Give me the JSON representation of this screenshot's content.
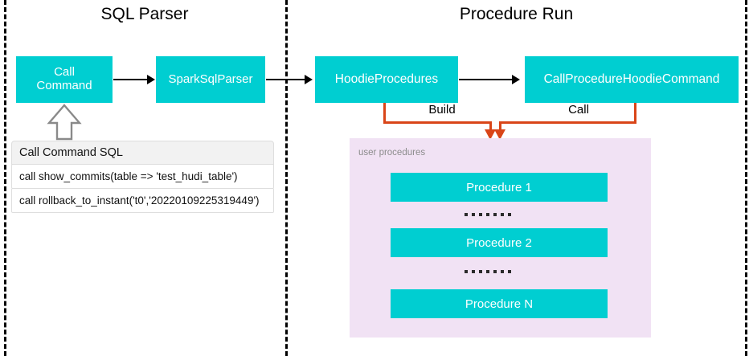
{
  "sections": [
    {
      "title": "SQL Parser"
    },
    {
      "title": "Procedure Run"
    }
  ],
  "parser_flow": {
    "boxes": [
      {
        "label": "Call\nCommand"
      },
      {
        "label": "SparkSqlParser"
      }
    ]
  },
  "procedure_flow": {
    "boxes": [
      {
        "label": "HoodieProcedures"
      },
      {
        "label": "CallProcedureHoodieCommand"
      }
    ]
  },
  "connectors": {
    "build_label": "Build",
    "call_label": "Call",
    "color": "#D94518"
  },
  "sql_table": {
    "header": "Call Command SQL",
    "rows": [
      "call show_commits(table => 'test_hudi_table')",
      "call rollback_to_instant('t0','20220109225319449')"
    ]
  },
  "procedures_panel": {
    "label": "user procedures",
    "background": "#F1E2F4",
    "items": [
      {
        "label": "Procedure 1"
      },
      {
        "label": "Procedure 2"
      },
      {
        "label": "Procedure N"
      }
    ],
    "ellipsis_dots": 7
  },
  "colors": {
    "box_teal": "#00CED1",
    "divider": "#000000",
    "arrow_black": "#000000",
    "panel_purple": "#F1E2F4",
    "connector_orange": "#D94518"
  }
}
